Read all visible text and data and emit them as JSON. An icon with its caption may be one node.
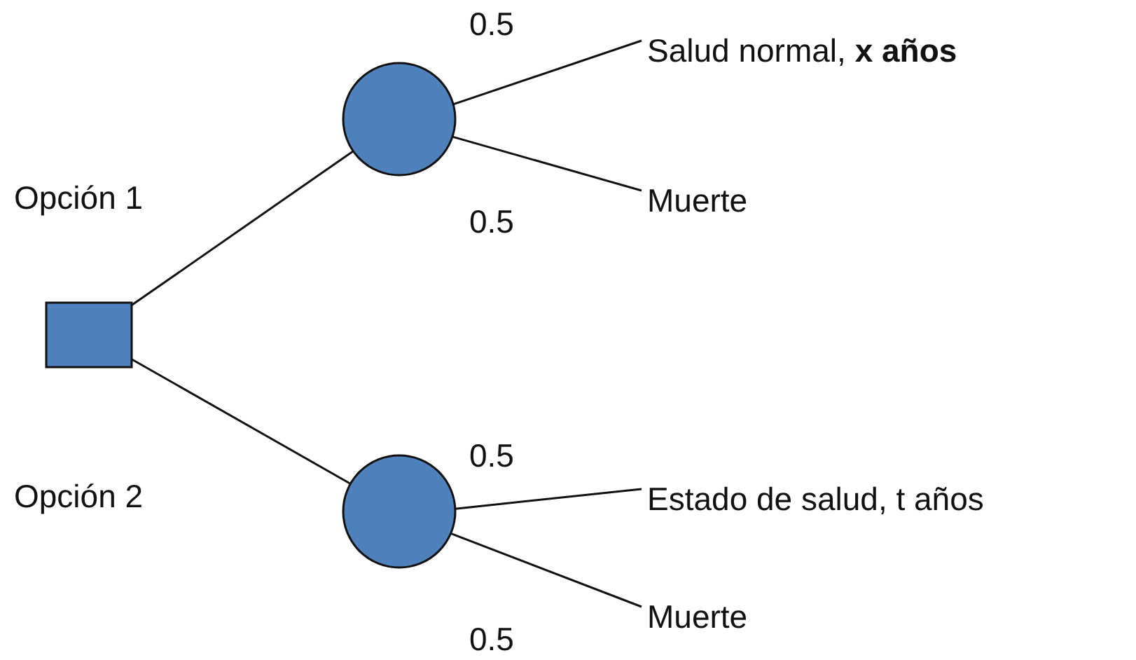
{
  "diagram": {
    "nodes": [
      {
        "text": [],
        "shape": "box"
      },
      {
        "text": [],
        "shape": "circle"
      },
      {
        "text": [],
        "shape": "circle"
      },
      {
        "text": [
          "Salud normal, **x años**"
        ]
      },
      {
        "text": [
          "Muerte"
        ]
      },
      {
        "text": [
          "Estado de salud, t años"
        ]
      },
      {
        "text": [
          "Muerte"
        ]
      }
    ],
    "edges": [
      {
        "from": 0,
        "to": 1,
        "arrow": "none",
        "label": "Opción 1"
      },
      {
        "from": 0,
        "to": 2,
        "arrow": "none",
        "label": "Opción 2"
      },
      {
        "from": 1,
        "to": 3,
        "arrow": "none",
        "label": "0.5"
      },
      {
        "from": 1,
        "to": 4,
        "arrow": "none",
        "label": "0.5"
      },
      {
        "from": 2,
        "to": 5,
        "arrow": "none",
        "label": "0.5"
      },
      {
        "from": 2,
        "to": 6,
        "arrow": "none",
        "label": "0.5"
      }
    ]
  }
}
